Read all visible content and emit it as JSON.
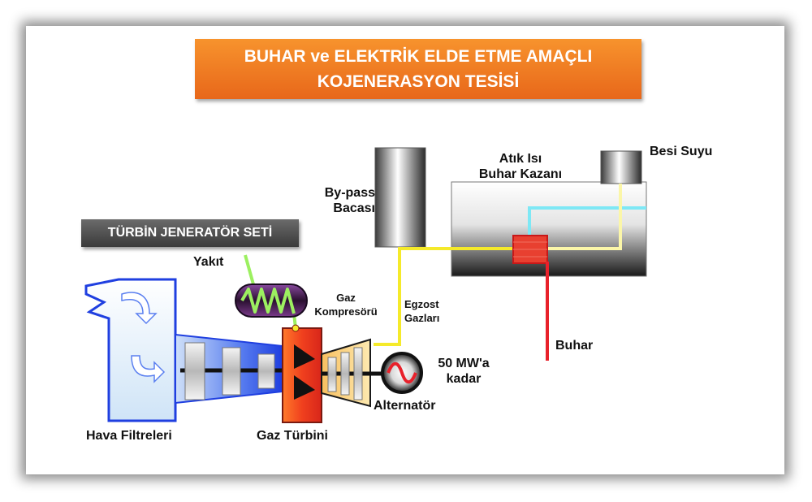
{
  "title": {
    "line1": "BUHAR ve ELEKTRİK ELDE ETME AMAÇLI",
    "line2": "KOJENERASYON TESİSİ"
  },
  "set_label": "TÜRBİN JENERATÖR SETİ",
  "labels": {
    "bypass_line1": "By-pass",
    "bypass_line2": "Bacası",
    "boiler_line1": "Atık Isı",
    "boiler_line2": "Buhar Kazanı",
    "feed_water": "Besi Suyu",
    "fuel": "Yakıt",
    "compressor_line1": "Gaz",
    "compressor_line2": "Kompresörü",
    "exhaust_line1": "Egzost",
    "exhaust_line2": "Gazları",
    "steam": "Buhar",
    "power_line1": "50 MW'a",
    "power_line2": "kadar",
    "alternator": "Alternatör",
    "air_filters": "Hava Filtreleri",
    "gas_turbine": "Gaz Türbini"
  },
  "colors": {
    "title_bg": "#ee7a22",
    "steam_line": "#e8212b",
    "exhaust_line": "#f5ea2a",
    "feed_water_line": "#7ee8f5",
    "fuel_line": "#9cf060",
    "turbine_red": "#e8301e",
    "compressor_blue": "#2d52e8"
  },
  "icons": {
    "filter_arrows": "curved-arrow-icon",
    "alternator": "sine-wave-icon"
  }
}
